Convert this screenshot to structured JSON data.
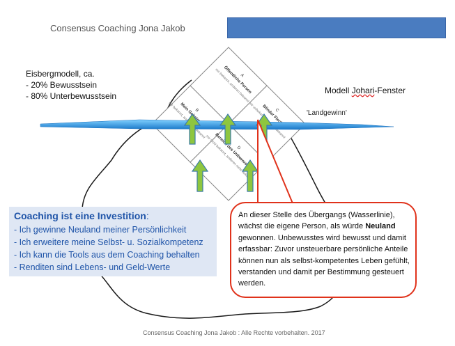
{
  "header": {
    "title": "Consensus Coaching Jona Jakob"
  },
  "eisberg": {
    "lines": [
      "Eisbergmodell, ca.",
      "- 20% Bewusstsein",
      "- 80% Unterbewusstsein"
    ]
  },
  "johari": {
    "title_a": "Modell ",
    "title_b": "Johari",
    "title_c": "-Fenster",
    "landgewinn": "'Landgewinn'",
    "quadrants": {
      "a_letter": "A",
      "a_title": "Öffentliche Person",
      "a_sub": "mir bekannt, anderen bekannt",
      "b_letter": "B",
      "b_title": "Mein Geheimnis",
      "b_sub": "mir bekannt, anderen unbekannt",
      "c_letter": "C",
      "c_title": "Blinder Fleck",
      "c_sub": "mir unbekannt, anderen bekannt",
      "d_letter": "D",
      "d_title": "Bereich des Unbewussten",
      "d_sub": "mir nicht bekannt, anderen nicht bekannt"
    }
  },
  "coaching": {
    "title": "Coaching ist eine Investition",
    "title_colon": ":",
    "items": [
      "- Ich gewinne Neuland meiner Persönlichkeit",
      "- Ich erweitere meine Selbst- u. Sozialkompetenz",
      "- Ich kann die Tools aus dem Coaching behalten",
      "- Renditen sind Lebens- und Geld-Werte"
    ]
  },
  "callout": {
    "part1": "An dieser Stelle des Übergangs (Wasserlinie), wächst die eigene Person, als würde ",
    "bold": "Neuland",
    "part2": " gewonnen.  Unbewusstes wird bewusst und damit erfassbar: Zuvor unsteuerbare persönliche Anteile können nun als selbst-kompetentes Leben  gefühlt, verstanden und damit per Bestimmung gesteuert  werden."
  },
  "footer": "Consensus Coaching Jona Jakob : Alle Rechte vorbehalten. 2017",
  "colors": {
    "header_bar": "#4a7cc0",
    "water": "#2f9be3",
    "arrow_fill": "#8ec63f",
    "coaching_text": "#1f54a8",
    "callout_border": "#e0321b"
  }
}
